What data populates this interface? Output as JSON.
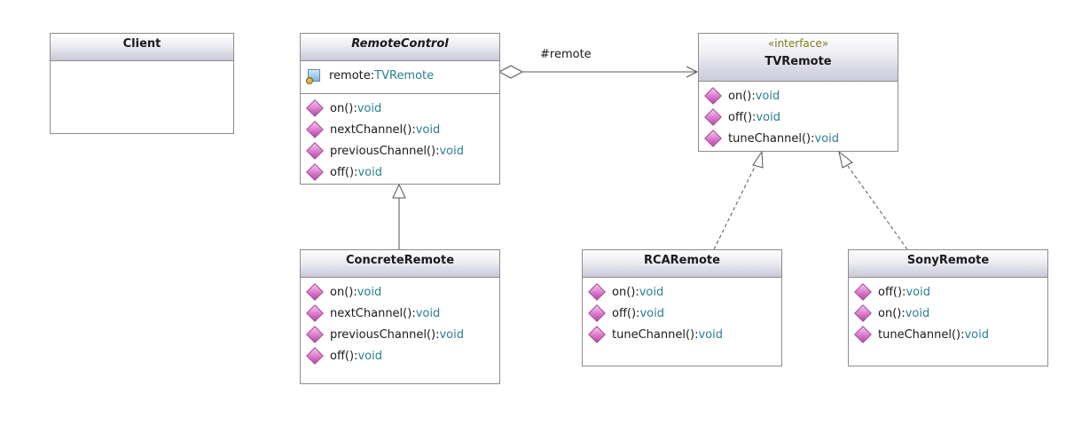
{
  "classes": {
    "client": {
      "name": "Client"
    },
    "remote_control": {
      "name": "RemoteControl",
      "attributes": [
        {
          "name": "remote:",
          "type": "TVRemote"
        }
      ],
      "methods": [
        {
          "name": "on():",
          "type": "void"
        },
        {
          "name": "nextChannel():",
          "type": "void"
        },
        {
          "name": "previousChannel():",
          "type": "void"
        },
        {
          "name": "off():",
          "type": "void"
        }
      ]
    },
    "tv_remote": {
      "stereotype": "«interface»",
      "name": "TVRemote",
      "methods": [
        {
          "name": "on():",
          "type": "void"
        },
        {
          "name": "off():",
          "type": "void"
        },
        {
          "name": "tuneChannel():",
          "type": "void"
        }
      ]
    },
    "concrete_remote": {
      "name": "ConcreteRemote",
      "methods": [
        {
          "name": "on():",
          "type": "void"
        },
        {
          "name": "nextChannel():",
          "type": "void"
        },
        {
          "name": "previousChannel():",
          "type": "void"
        },
        {
          "name": "off():",
          "type": "void"
        }
      ]
    },
    "rca_remote": {
      "name": "RCARemote",
      "methods": [
        {
          "name": "on():",
          "type": "void"
        },
        {
          "name": "off():",
          "type": "void"
        },
        {
          "name": "tuneChannel():",
          "type": "void"
        }
      ]
    },
    "sony_remote": {
      "name": "SonyRemote",
      "methods": [
        {
          "name": "off():",
          "type": "void"
        },
        {
          "name": "on():",
          "type": "void"
        },
        {
          "name": "tuneChannel():",
          "type": "void"
        }
      ]
    }
  },
  "associations": {
    "remote_label": "#remote"
  },
  "colors": {
    "type_text": "#2a7f8f",
    "stereotype_text": "#7f7a1a",
    "method_icon": "#d872c8"
  }
}
